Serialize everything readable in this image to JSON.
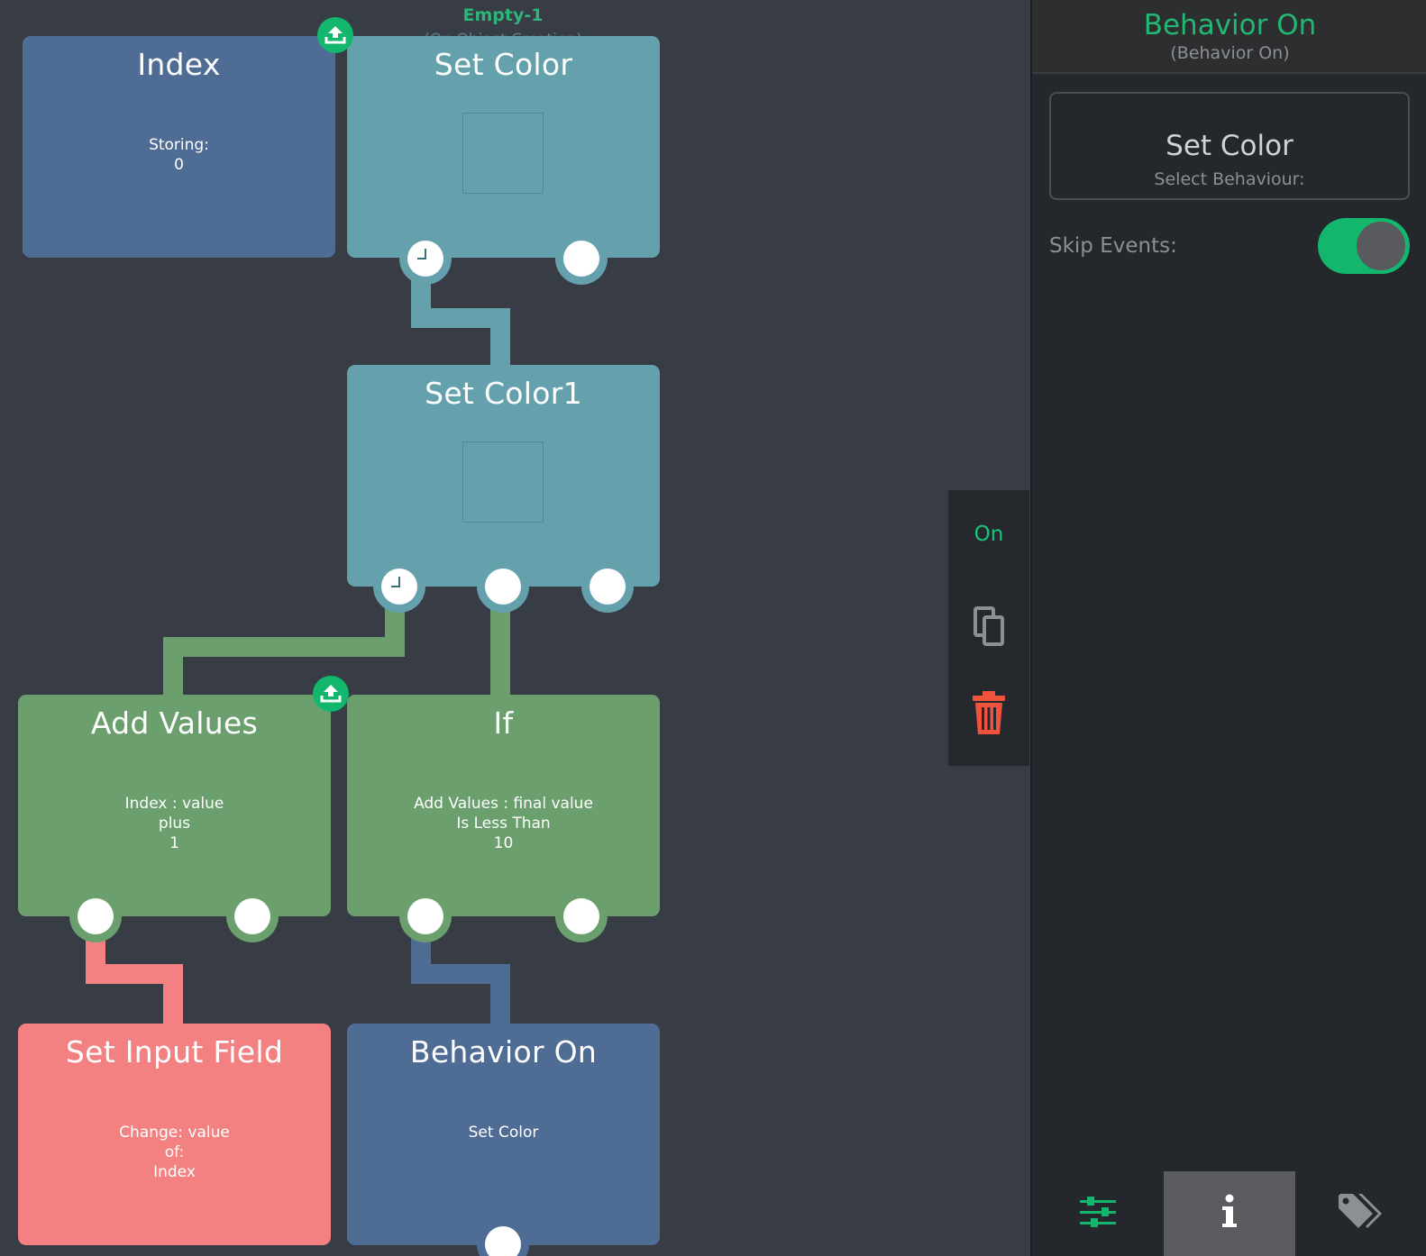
{
  "canvas": {
    "root": {
      "name": "Empty-1",
      "subtitle": "(On Object Creation)"
    },
    "nodes": {
      "index": {
        "title": "Index",
        "lines": [
          "Storing:",
          "0"
        ]
      },
      "set_color": {
        "title": "Set Color"
      },
      "set_color1": {
        "title": "Set Color1"
      },
      "add_values": {
        "title": "Add Values",
        "lines": [
          "Index : value",
          "plus",
          "1"
        ]
      },
      "if": {
        "title": "If",
        "lines": [
          "Add Values : final value",
          "Is Less Than",
          "10"
        ]
      },
      "set_input_field": {
        "title": "Set Input Field",
        "lines": [
          "Change: value",
          "of:",
          "Index"
        ]
      },
      "behavior_on": {
        "title": "Behavior On",
        "lines": [
          "Set Color"
        ]
      }
    },
    "colors": {
      "blue_node": "#4f6c95",
      "teal_node": "#64a1ac",
      "green_node": "#6c9f6e",
      "red_node": "#f48181",
      "accent_green": "#12b66d",
      "delete_red": "#f0533b"
    }
  },
  "toolbar": {
    "state_label": "On",
    "copy_icon": "copy-icon",
    "delete_icon": "trash-icon"
  },
  "panel": {
    "title": "Behavior On",
    "subtitle": "(Behavior On)",
    "behaviour_value": "Set Color",
    "behaviour_label": "Select Behaviour:",
    "skip_events_label": "Skip Events:",
    "skip_events_on": true,
    "tabs": [
      {
        "icon": "sliders-icon",
        "active": false
      },
      {
        "icon": "info-icon",
        "active": true
      },
      {
        "icon": "tags-icon",
        "active": false
      }
    ]
  }
}
